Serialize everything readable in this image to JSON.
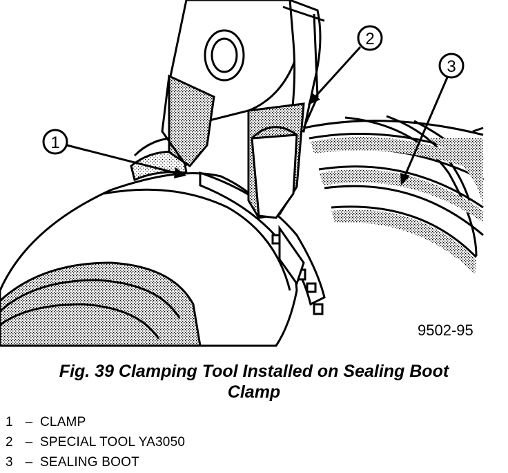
{
  "figure": {
    "id": "9502-95",
    "callouts": [
      "1",
      "2",
      "3"
    ]
  },
  "caption": {
    "line1": "Fig. 39 Clamping Tool Installed on Sealing Boot",
    "line2": "Clamp"
  },
  "legend": [
    {
      "num": "1",
      "dash": "–",
      "label": "CLAMP"
    },
    {
      "num": "2",
      "dash": "–",
      "label": "SPECIAL TOOL YA3050"
    },
    {
      "num": "3",
      "dash": "–",
      "label": "SEALING BOOT"
    }
  ]
}
